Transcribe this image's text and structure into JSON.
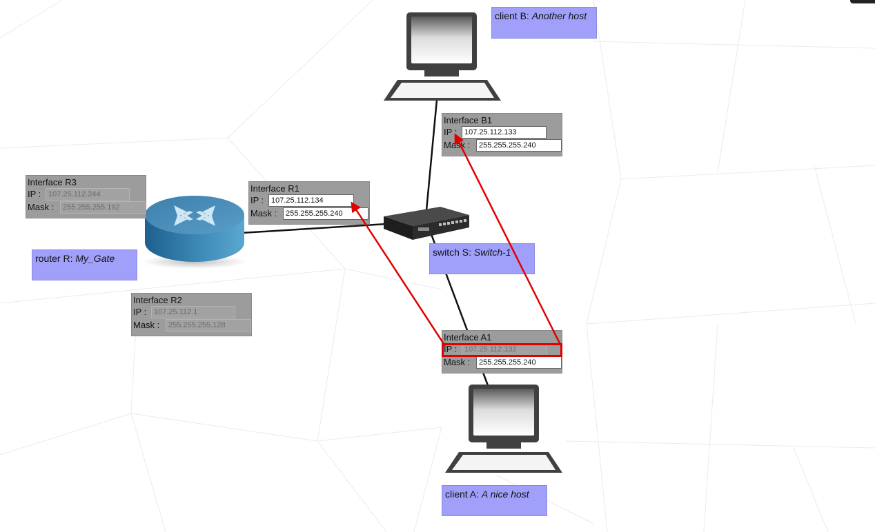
{
  "client_b": {
    "label_prefix": "client B: ",
    "label_name": "Another host",
    "interface": {
      "title": "Interface B1",
      "ip_label": "IP :",
      "ip": "107.25.112.133",
      "mask_label": "Mask :",
      "mask": "255.255.255.240"
    }
  },
  "router": {
    "label_prefix": "router R: ",
    "label_name": "My_Gate",
    "interfaces": {
      "r1": {
        "title": "Interface R1",
        "ip_label": "IP :",
        "ip": "107.25.112.134",
        "mask_label": "Mask :",
        "mask": "255.255.255.240"
      },
      "r2": {
        "title": "Interface R2",
        "ip_label": "IP :",
        "ip": "107.25.112.1",
        "mask_label": "Mask :",
        "mask": "255.255.255.128"
      },
      "r3": {
        "title": "Interface R3",
        "ip_label": "IP :",
        "ip": "107.25.112.244",
        "mask_label": "Mask :",
        "mask": "255.255.255.192"
      }
    }
  },
  "switch": {
    "label_prefix": "switch S: ",
    "label_name": "Switch-1"
  },
  "client_a": {
    "label_prefix": "client A: ",
    "label_name": "A nice host",
    "interface": {
      "title": "Interface A1",
      "ip_label": "IP :",
      "ip": "107.25.112.132",
      "mask_label": "Mask :",
      "mask": "255.255.255.240"
    }
  },
  "colors": {
    "label_box": "#a0a0fb",
    "interface_box": "#9c9c9c",
    "annotation_red": "#e00000",
    "router_blue": "#3a86b4"
  },
  "icons": [
    "monitor-icon",
    "router-icon",
    "switch-icon"
  ]
}
